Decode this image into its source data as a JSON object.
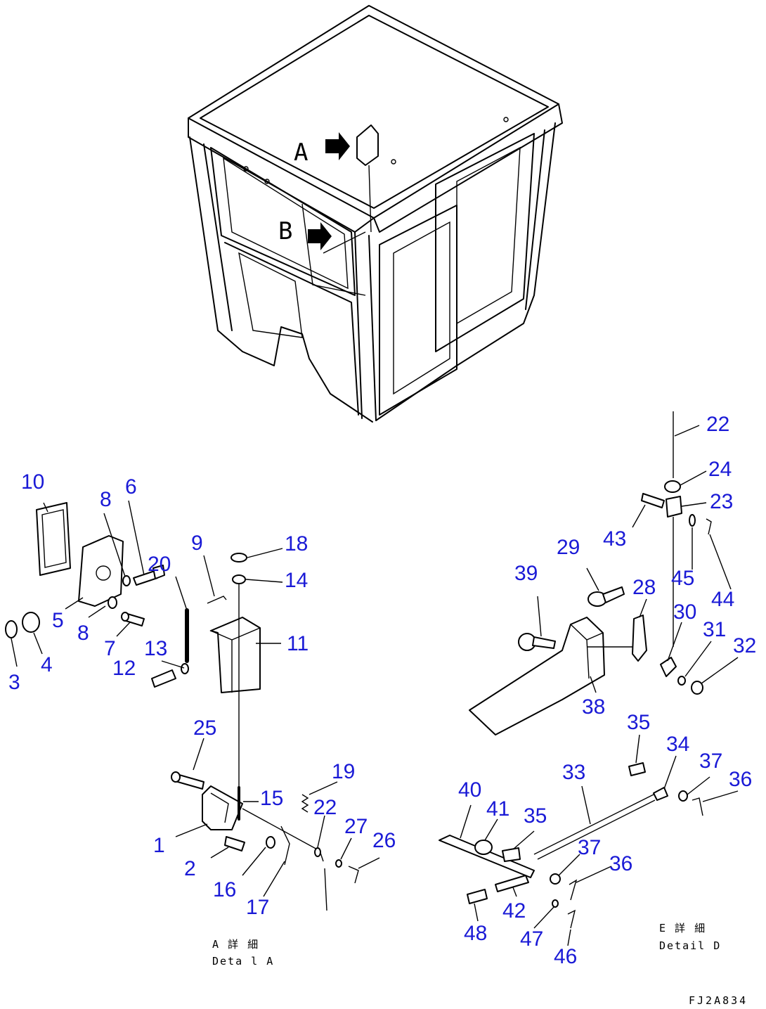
{
  "view_arrows": [
    "A",
    "B"
  ],
  "part_numbers": [
    "1",
    "2",
    "3",
    "4",
    "5",
    "6",
    "7",
    "8",
    "8",
    "9",
    "10",
    "11",
    "12",
    "13",
    "14",
    "15",
    "16",
    "17",
    "18",
    "19",
    "20",
    "22",
    "22",
    "23",
    "24",
    "25",
    "26",
    "27",
    "28",
    "29",
    "30",
    "31",
    "32",
    "33",
    "34",
    "35",
    "35",
    "36",
    "36",
    "37",
    "37",
    "38",
    "39",
    "40",
    "41",
    "42",
    "43",
    "44",
    "45",
    "46",
    "47",
    "48"
  ],
  "captions": {
    "detail_a_jp": "A 詳 細",
    "detail_a_en": "Deta l A",
    "detail_b_jp": "E 詳 細",
    "detail_b_en": "Detail D"
  },
  "drawing_code": "FJ2A834",
  "colors": {
    "callout": "#1a1ad6",
    "line": "#000000",
    "paper": "#ffffff"
  }
}
